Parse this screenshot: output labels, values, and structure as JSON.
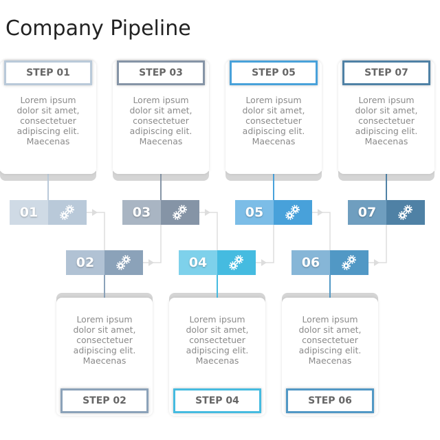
{
  "title": "Company Pipeline",
  "steps": [
    {
      "number": "01",
      "label": "STEP 01",
      "text": "Lorem ipsum dolor sit amet, consectetuer adipiscing elit. Maecenas",
      "color_light": "#cfdae5",
      "color_dark": "#b9c9d9",
      "border": "#b9c9d9"
    },
    {
      "number": "02",
      "label": "STEP 02",
      "text": "Lorem ipsum dolor sit amet, consectetuer adipiscing elit. Maecenas",
      "color_light": "#b1c2d4",
      "color_dark": "#8ba2b9",
      "border": "#8ba2b9"
    },
    {
      "number": "03",
      "label": "STEP 03",
      "text": "Lorem ipsum dolor sit amet, consectetuer adipiscing elit. Maecenas",
      "color_light": "#a9b5c3",
      "color_dark": "#8594a6",
      "border": "#8594a6"
    },
    {
      "number": "04",
      "label": "STEP 04",
      "text": "Lorem ipsum dolor sit amet, consectetuer adipiscing elit. Maecenas",
      "color_light": "#7ed1eb",
      "color_dark": "#45bbe0",
      "border": "#45bbe0"
    },
    {
      "number": "05",
      "label": "STEP 05",
      "text": "Lorem ipsum dolor sit amet, consectetuer adipiscing elit. Maecenas",
      "color_light": "#7cbde7",
      "color_dark": "#48a1da",
      "border": "#48a1da"
    },
    {
      "number": "06",
      "label": "STEP 06",
      "text": "Lorem ipsum dolor sit amet, consectetuer adipiscing elit. Maecenas",
      "color_light": "#86b6d7",
      "color_dark": "#5198c5",
      "border": "#5198c5"
    },
    {
      "number": "07",
      "label": "STEP 07",
      "text": "Lorem ipsum dolor sit amet, consectetuer adipiscing elit. Maecenas",
      "color_light": "#6f9ebf",
      "color_dark": "#4f81a5",
      "border": "#4f81a5"
    }
  ],
  "icons": {
    "block": "gears-icon"
  },
  "connector_color": "#dddddd"
}
